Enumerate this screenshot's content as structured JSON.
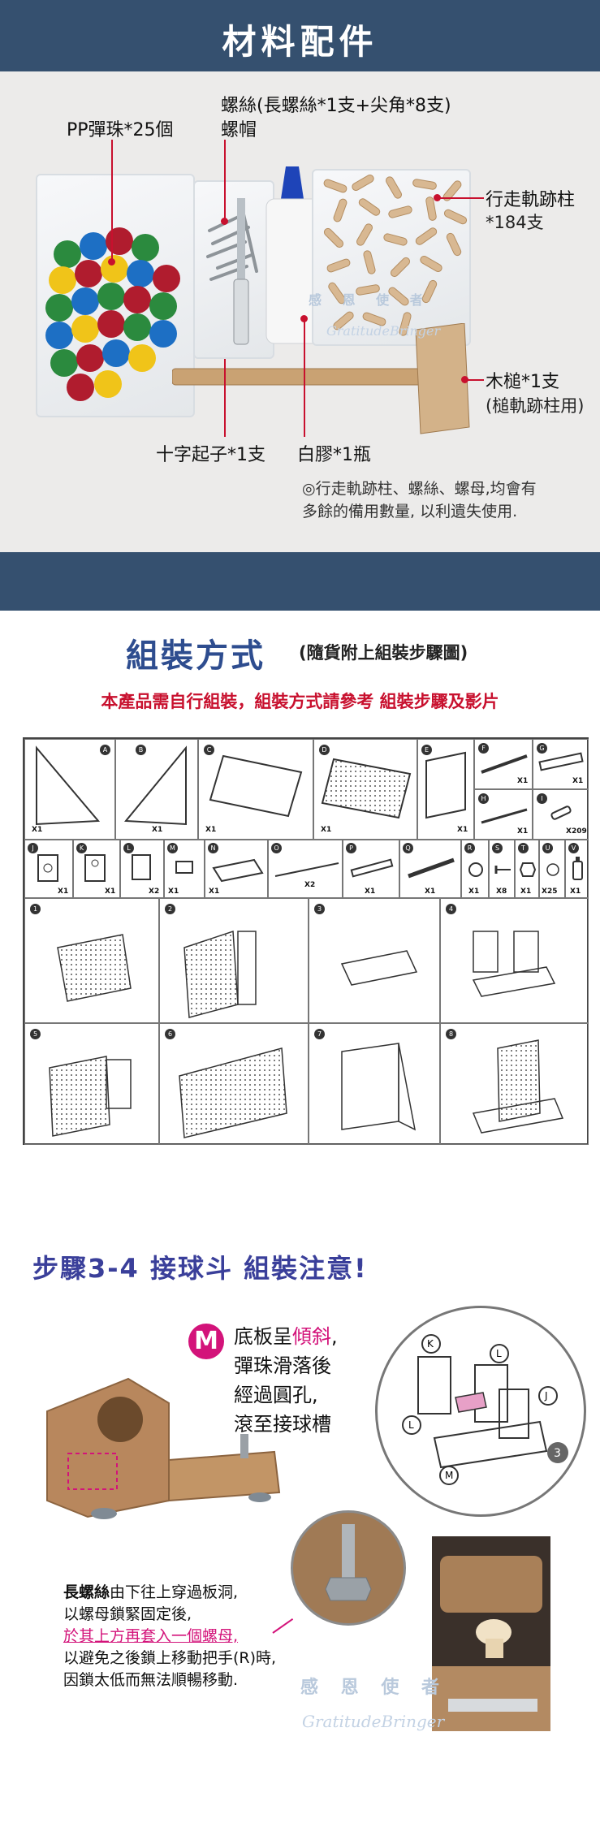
{
  "section1": {
    "title": "材料配件",
    "labels": {
      "balls": "PP彈珠*25個",
      "screws_line1": "螺絲(長螺絲*1支+尖角*8支)",
      "screws_line2": "螺帽",
      "pegs_line1": "行走軌跡柱",
      "pegs_line2": "*184支",
      "mallet_line1": "木槌*1支",
      "mallet_line2": "(槌軌跡柱用)",
      "screwdriver": "十字起子*1支",
      "glue": "白膠*1瓶"
    },
    "note_line1": "◎行走軌跡柱、螺絲、螺母,均會有",
    "note_line2": "多餘的備用數量, 以利遺失使用.",
    "watermark": "感 恩 使 者",
    "watermark_en": "GratitudeBringer",
    "colors": {
      "band": "#35506f",
      "accent_red": "#c8102e"
    }
  },
  "section2": {
    "title": "組裝方式",
    "subtitle": "(隨貨附上組裝步驟圖)",
    "red_note": "本產品需自行組裝，組裝方式請參考 組裝步驟及影片",
    "parts_row1": [
      {
        "id": "A",
        "qty": "X1"
      },
      {
        "id": "B",
        "qty": "X1"
      },
      {
        "id": "C",
        "qty": "X1"
      },
      {
        "id": "D",
        "qty": "X1"
      },
      {
        "id": "E",
        "qty": "X1"
      },
      {
        "id": "F",
        "qty": "X1"
      },
      {
        "id": "G",
        "qty": "X1"
      },
      {
        "id": "H",
        "qty": "X1"
      },
      {
        "id": "I",
        "qty": "X209"
      }
    ],
    "parts_row2": [
      {
        "id": "J",
        "qty": "X1"
      },
      {
        "id": "K",
        "qty": "X1"
      },
      {
        "id": "L",
        "qty": "X2"
      },
      {
        "id": "M",
        "qty": "X1"
      },
      {
        "id": "N",
        "qty": "X1"
      },
      {
        "id": "O",
        "qty": "X2"
      },
      {
        "id": "P",
        "qty": "X1"
      },
      {
        "id": "Q",
        "qty": "X1"
      },
      {
        "id": "R",
        "qty": "X1"
      },
      {
        "id": "S",
        "qty": "X8"
      },
      {
        "id": "T",
        "qty": "X1"
      },
      {
        "id": "U",
        "qty": "X25"
      },
      {
        "id": "V",
        "qty": "X1"
      }
    ],
    "steps": [
      "1",
      "2",
      "3",
      "4",
      "5",
      "6",
      "7",
      "8"
    ]
  },
  "section3": {
    "title": "步驟3-4  接球斗  組裝注意!",
    "badge": "M",
    "m_text_line1_a": "底板呈",
    "m_text_line1_b": "傾斜",
    "m_text_line1_c": ",",
    "m_text_line2": "彈珠滑落後",
    "m_text_line3": "經過圓孔,",
    "m_text_line4": "滾至接球槽",
    "diagram_labels": [
      "K",
      "L",
      "J",
      "L",
      "M",
      "3"
    ],
    "bolt_text_line1_a": "長螺絲",
    "bolt_text_line1_b": "由下往上穿過板洞,",
    "bolt_text_line2": "以螺母鎖緊固定後,",
    "bolt_text_line3": "於其上方再套入一個螺母,",
    "bolt_text_line4": "以避免之後鎖上移動把手(R)時,",
    "bolt_text_line5": "因鎖太低而無法順暢移動.",
    "watermark": "感 恩 使 者",
    "watermark_en": "GratitudeBringer",
    "colors": {
      "title": "#3a3f9a",
      "pink": "#d3137a"
    }
  }
}
